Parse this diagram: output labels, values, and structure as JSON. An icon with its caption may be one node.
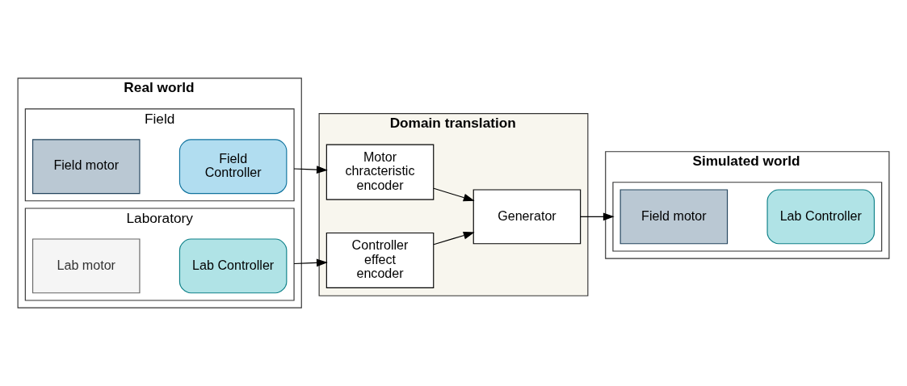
{
  "diagram": {
    "nodes": [
      {
        "text": [
          "Real world"
        ]
      },
      {
        "text": [
          "Field"
        ],
        "in": 0
      },
      {
        "text": [
          "Field motor"
        ],
        "in": 1
      },
      {
        "text": [
          "Field Controller"
        ],
        "in": 1
      },
      {
        "text": [
          "Laboratory"
        ],
        "in": 0
      },
      {
        "text": [
          "Lab motor"
        ],
        "in": 4
      },
      {
        "text": [
          "Lab Controller"
        ],
        "in": 4
      },
      {
        "text": [
          "Domain translation"
        ]
      },
      {
        "text": [
          "Motor chracteristic encoder"
        ],
        "in": 7
      },
      {
        "text": [
          "Controller effect encoder"
        ],
        "in": 7
      },
      {
        "text": [
          "Generator"
        ],
        "in": 7
      },
      {
        "text": [
          "Simulated world"
        ]
      },
      {
        "text": [],
        "shape": "box",
        "in": 11
      },
      {
        "text": [
          "Field motor"
        ],
        "in": 12
      },
      {
        "text": [
          "Lab Controller"
        ],
        "in": 12
      }
    ],
    "edges": [
      {
        "from": 1,
        "to": 8,
        "arrow": "to"
      },
      {
        "from": 4,
        "to": 9,
        "arrow": "to"
      },
      {
        "from": 8,
        "to": 10,
        "arrow": "to"
      },
      {
        "from": 9,
        "to": 10,
        "arrow": "to"
      },
      {
        "from": 10,
        "to": 12,
        "arrow": "to"
      }
    ]
  }
}
